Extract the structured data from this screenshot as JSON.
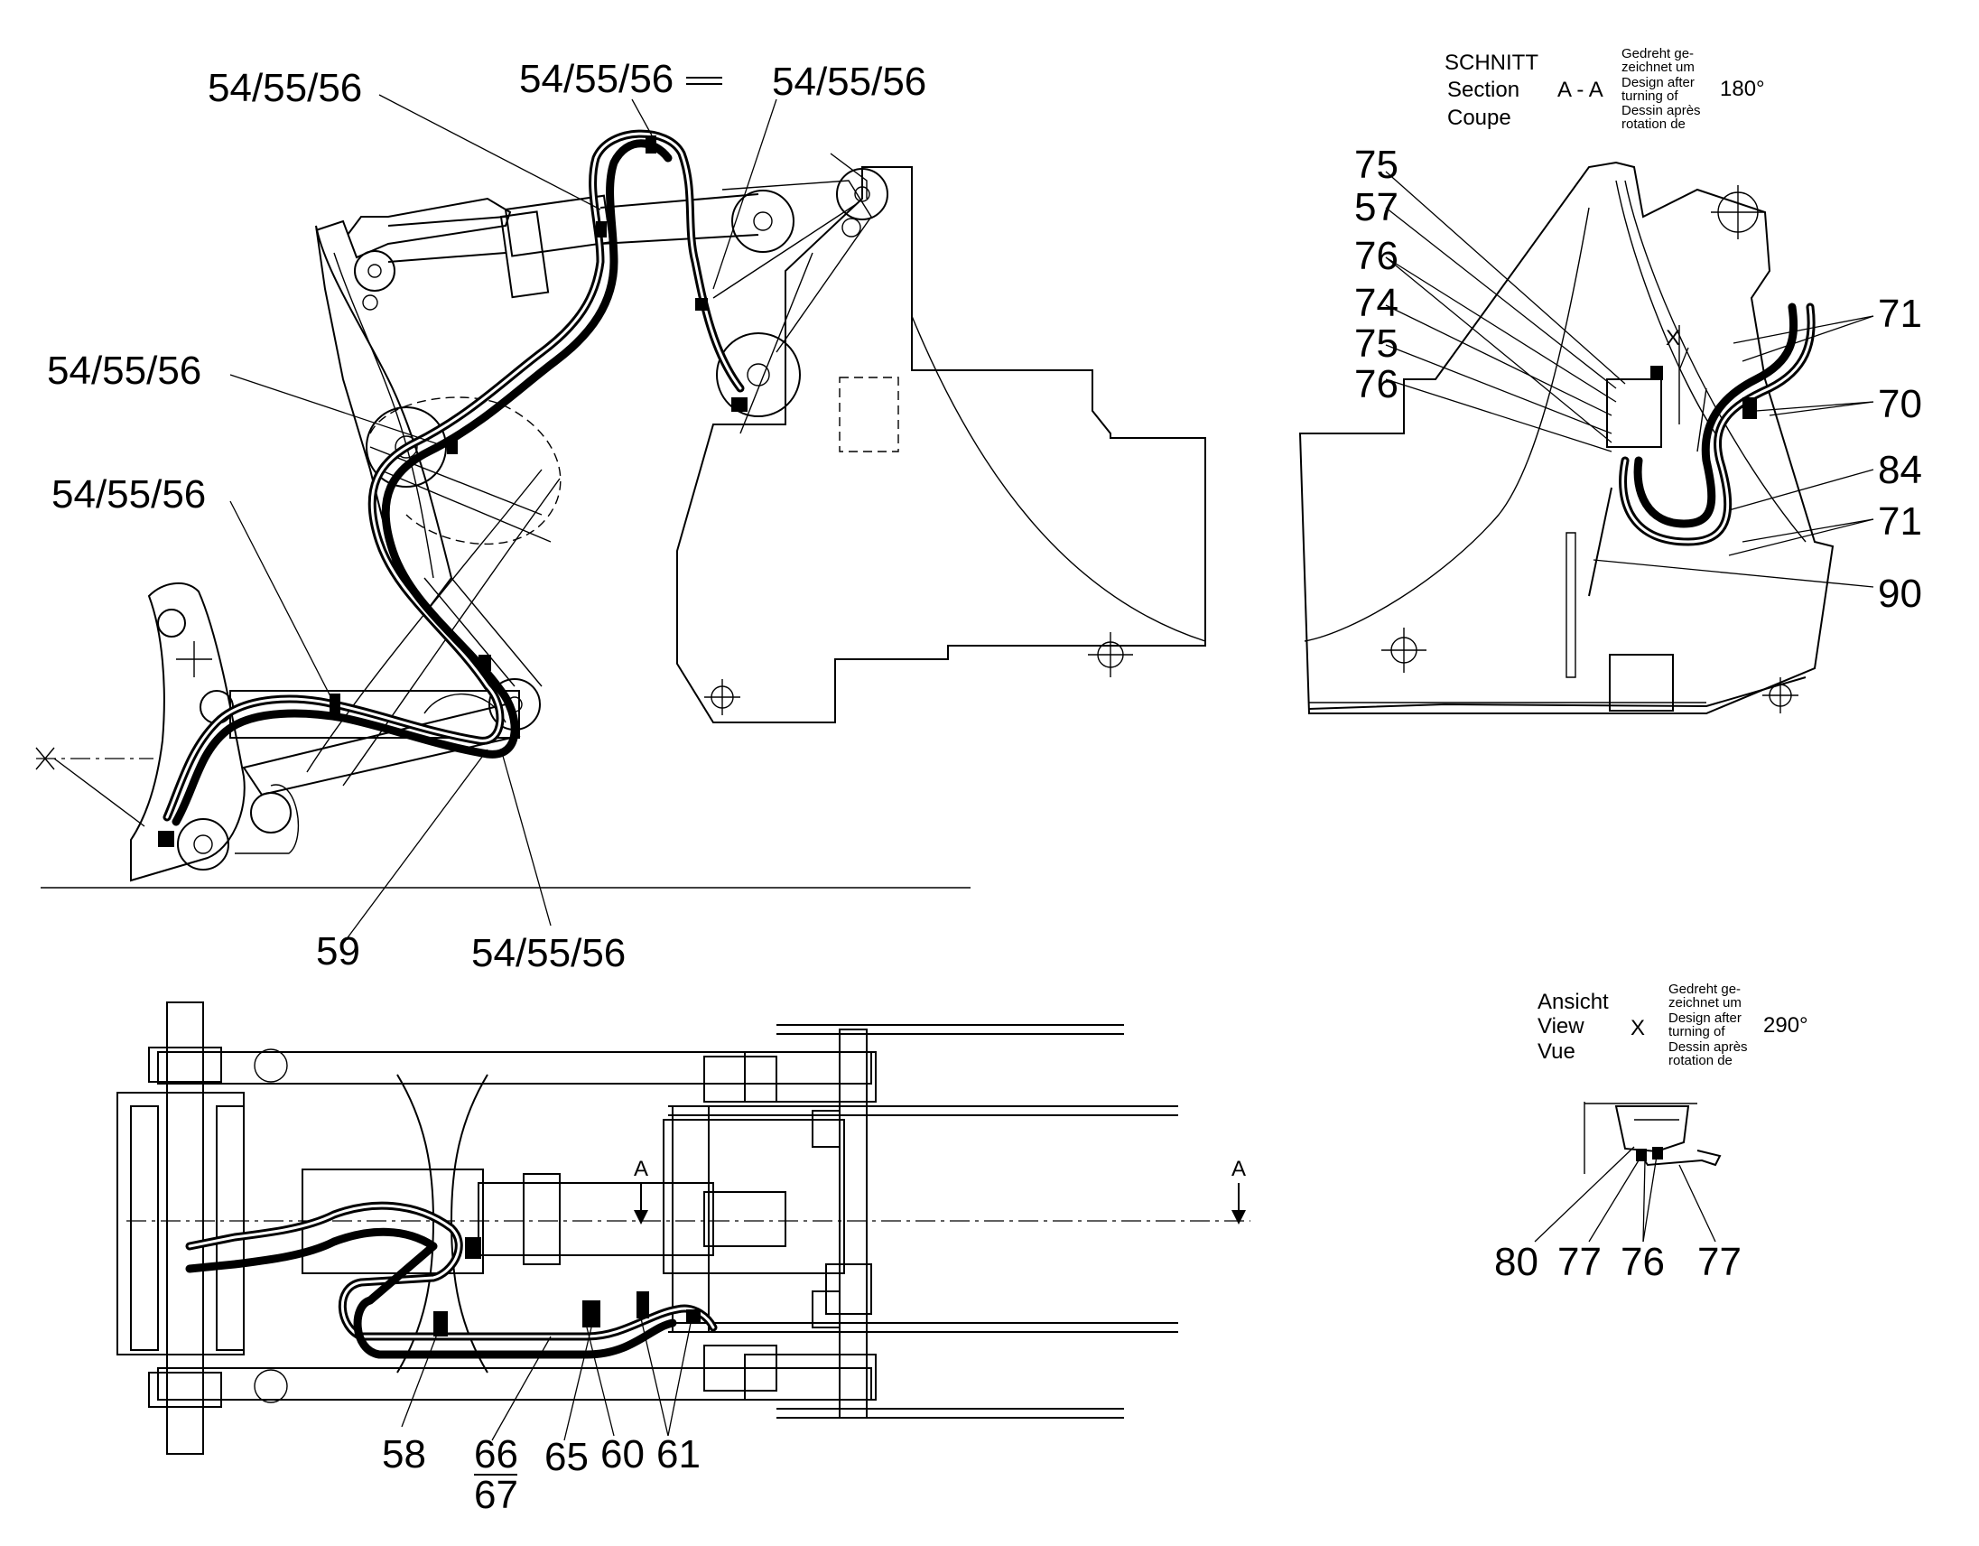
{
  "section_view": {
    "title_lines": [
      "SCHNITT",
      "Section",
      "Coupe"
    ],
    "designator": "A - A",
    "note_lines": [
      "Gedreht ge-",
      "zeichnet um",
      "Design after",
      "turning of",
      "Dessin après",
      "rotation de"
    ],
    "angle": "180°",
    "detail_marker": "X"
  },
  "detail_view": {
    "title_lines": [
      "Ansicht",
      "View",
      "Vue"
    ],
    "designator": "X",
    "note_lines": [
      "Gedreht ge-",
      "zeichnet um",
      "Design after",
      "turning of",
      "Dessin après",
      "rotation de"
    ],
    "angle": "290°"
  },
  "section_markers": [
    "A",
    "A"
  ],
  "callouts": {
    "side": [
      "54/55/56",
      "54/55/56",
      "54/55/56",
      "54/55/56",
      "54/55/56",
      "59",
      "54/55/56"
    ],
    "section": [
      "75",
      "57",
      "76",
      "74",
      "75",
      "76",
      "71",
      "70",
      "84",
      "71",
      "90"
    ],
    "detail": [
      "80",
      "77",
      "76",
      "77"
    ],
    "plan": [
      "58",
      "66",
      "67",
      "65",
      "60",
      "61"
    ]
  }
}
